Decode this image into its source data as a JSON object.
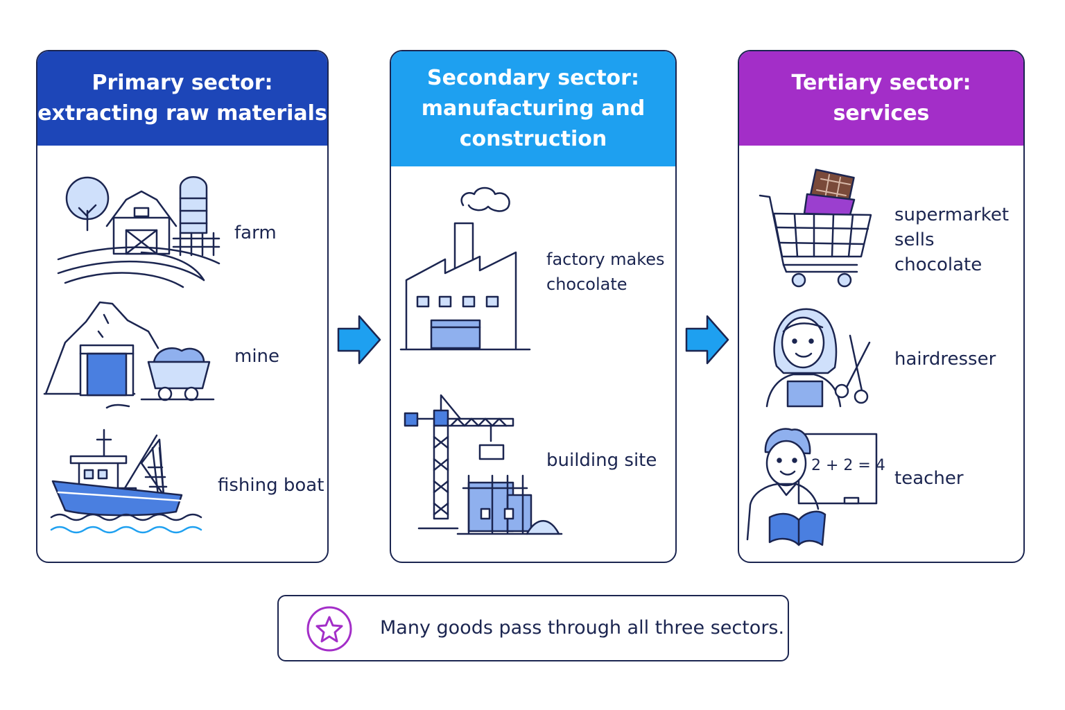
{
  "colors": {
    "outline": "#1b2550",
    "primary": "#1d46b8",
    "secondary": "#1ea0f0",
    "tertiary": "#a32ec8",
    "fill": "#cfe0fb",
    "fill_strong": "#4a7fe0"
  },
  "sectors": [
    {
      "title_line1": "Primary sector:",
      "title_line2": "extracting raw materials",
      "items": [
        {
          "label": "farm",
          "icon": "farm-icon"
        },
        {
          "label": "mine",
          "icon": "mine-icon"
        },
        {
          "label": "fishing boat",
          "icon": "fishing-boat-icon"
        }
      ]
    },
    {
      "title_line1": "Secondary sector:",
      "title_line2": "manufacturing and",
      "title_line3": "construction",
      "items": [
        {
          "label_line1": "factory makes",
          "label_line2": "chocolate",
          "icon": "factory-icon"
        },
        {
          "label": "building site",
          "icon": "crane-icon"
        }
      ]
    },
    {
      "title_line1": "Tertiary sector:",
      "title_line2": "services",
      "items": [
        {
          "label_line1": "supermarket",
          "label_line2": "sells",
          "label_line3": "chocolate",
          "icon": "shopping-cart-icon"
        },
        {
          "label": "hairdresser",
          "icon": "hairdresser-icon"
        },
        {
          "label": "teacher",
          "icon": "teacher-icon",
          "board_text": "2 + 2 = 4"
        }
      ]
    }
  ],
  "arrows": [
    "arrow-right-icon",
    "arrow-right-icon"
  ],
  "note": {
    "text": "Many goods pass through all three sectors.",
    "icon": "star-icon"
  }
}
